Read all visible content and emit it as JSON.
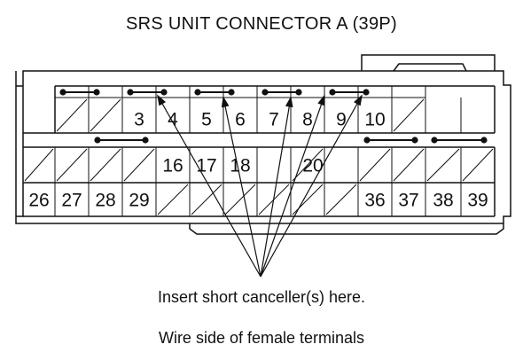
{
  "title": "SRS UNIT CONNECTOR A (39P)",
  "callout": "Insert short canceller(s) here.",
  "footer": "Wire side of female terminals",
  "pins": {
    "row1": [
      "3",
      "4",
      "5",
      "6",
      "7",
      "8",
      "9",
      "10"
    ],
    "row2": [
      "16",
      "17",
      "18",
      "20"
    ],
    "row3": [
      "26",
      "27",
      "28",
      "29",
      "36",
      "37",
      "38",
      "39"
    ]
  },
  "colors": {
    "line": "#111111",
    "background": "#ffffff"
  }
}
